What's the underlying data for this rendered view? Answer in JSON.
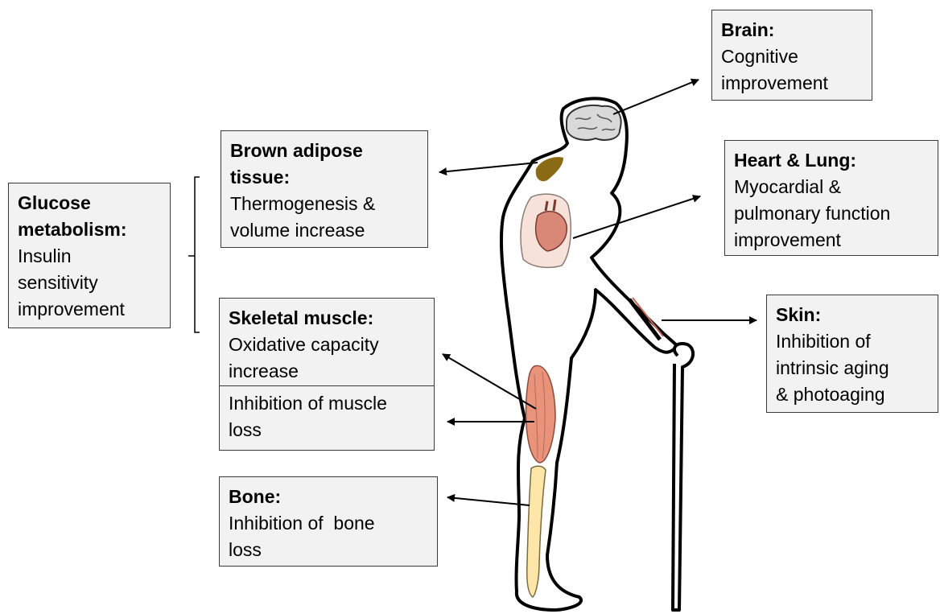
{
  "colors": {
    "box_fill": "#f2f2f2",
    "box_border": "#3a3a3a",
    "muscle": "#e8937a",
    "bone": "#fde6a8",
    "brown_fat": "#8a6a15",
    "brain": "#d9d9d9",
    "lung": "#f7e2da",
    "heart": "#d98878"
  },
  "icons": [
    "brain-icon",
    "brown-adipose-icon",
    "lung-heart-icon",
    "skeletal-muscle-icon",
    "bone-icon",
    "skin-icon",
    "cane-icon"
  ],
  "boxes": {
    "brain": {
      "title": "Brain:",
      "lines": [
        "Cognitive",
        "improvement"
      ]
    },
    "heart_lung": {
      "title": "Heart & Lung:",
      "lines": [
        "Myocardial &",
        "pulmonary function",
        "improvement"
      ]
    },
    "skin": {
      "title": "Skin:",
      "lines": [
        "Inhibition of",
        "intrinsic aging",
        "& photoaging"
      ]
    },
    "brown_adipose": {
      "title_lines": [
        "Brown adipose",
        "tissue:"
      ],
      "lines": [
        "Thermogenesis &",
        "volume increase"
      ]
    },
    "glucose": {
      "title_lines": [
        "Glucose",
        "metabolism:"
      ],
      "lines": [
        "Insulin",
        "sensitivity",
        "improvement"
      ]
    },
    "skeletal_muscle": {
      "title": "Skeletal muscle:",
      "lines": [
        "Oxidative capacity",
        "increase"
      ],
      "lines2": [
        "Inhibition of muscle",
        "loss"
      ]
    },
    "bone": {
      "title": "Bone:",
      "lines": [
        "Inhibition of  bone",
        "loss"
      ]
    }
  }
}
